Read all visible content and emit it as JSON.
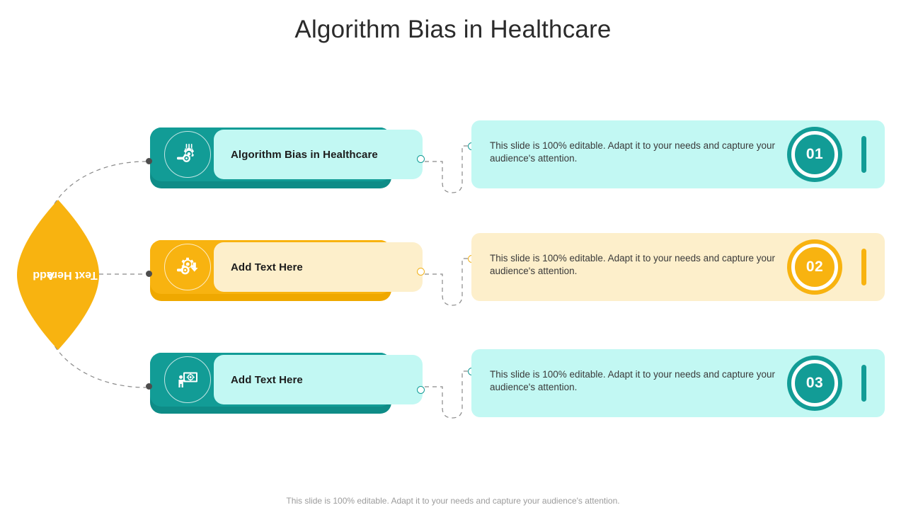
{
  "slide": {
    "title": "Algorithm Bias in Healthcare",
    "footer": "This slide is 100% editable. Adapt it to your needs and capture your audience's attention."
  },
  "colors": {
    "teal": "#129C96",
    "teal_shadow": "#0E8C87",
    "cyan_light": "#C2F8F3",
    "amber": "#F8B310",
    "amber_shadow": "#EFA800",
    "cream_light": "#FDEFCB",
    "title_text": "#2b2b2b",
    "body_text": "#3a3a3a",
    "footer_text": "#9b9b9b",
    "connector": "#8a8a8a"
  },
  "left_shape": {
    "name": "leaf-callout",
    "line1": "Add",
    "line2": "Text Here",
    "color": "#F8B310"
  },
  "rows": [
    {
      "index": 0,
      "theme": "teal",
      "icon": "gear-brain-icon",
      "label": "Algorithm Bias in Healthcare",
      "description": "This slide is 100% editable. Adapt it to your needs and capture your audience's attention.",
      "number": "01"
    },
    {
      "index": 1,
      "theme": "amber",
      "icon": "gear-download-icon",
      "label": "Add Text Here",
      "description": "This slide is 100% editable. Adapt it to your needs and capture your audience's attention.",
      "number": "02"
    },
    {
      "index": 2,
      "theme": "teal",
      "icon": "presentation-target-icon",
      "label": "Add Text Here",
      "description": "This slide is 100% editable. Adapt it to your needs and capture your audience's attention.",
      "number": "03"
    }
  ]
}
